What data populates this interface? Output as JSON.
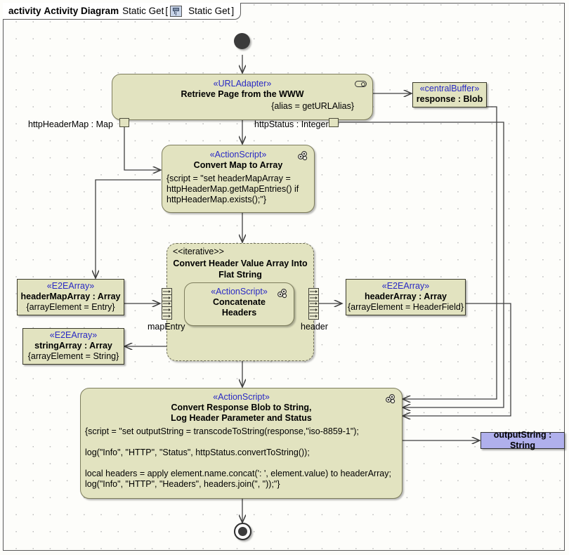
{
  "frame": {
    "keyword": "activity",
    "diagram_type": "Activity Diagram",
    "name": "Static Get",
    "bracket_open": "[",
    "icon": "diagram-icon",
    "inner_name": "Static Get",
    "bracket_close": "]"
  },
  "nodes": {
    "initial": {
      "name": "initial-node"
    },
    "retrieve": {
      "stereotype": "«URLAdapter»",
      "title": "Retrieve Page from the WWW",
      "property": "{alias = getURLAlias}",
      "icon": "call-behavior-pin-icon"
    },
    "central_buffer": {
      "stereotype": "«centralBuffer»",
      "title": "response : Blob"
    },
    "pin_http_header_map": {
      "label": "httpHeaderMap : Map"
    },
    "pin_http_status": {
      "label": "httpStatus : Integer"
    },
    "convert_map": {
      "stereotype": "«ActionScript»",
      "title": "Convert Map to Array",
      "script_line1": "{script = \"set headerMapArray =",
      "script_line2": "httpHeaderMap.getMapEntries() if",
      "script_line3": "httpHeaderMap.exists();\"}",
      "icon": "script-icon"
    },
    "region": {
      "keyword": "<<iterative>>",
      "title_line1": "Convert Header Value Array Into",
      "title_line2": "Flat String"
    },
    "concatenate": {
      "stereotype": "«ActionScript»",
      "title_line1": "Concatenate",
      "title_line2": "Headers",
      "icon": "script-icon"
    },
    "expansion_in": {
      "label": "mapEntry"
    },
    "expansion_out": {
      "label": "header"
    },
    "header_map_array": {
      "stereotype": "«E2EArray»",
      "title": "headerMapArray : Array",
      "property": "{arrayElement = Entry}"
    },
    "string_array": {
      "stereotype": "«E2EArray»",
      "title": "stringArray : Array",
      "property": "{arrayElement = String}"
    },
    "header_array": {
      "stereotype": "«E2EArray»",
      "title": "headerArray : Array",
      "property": "{arrayElement = HeaderField}"
    },
    "convert_response": {
      "stereotype": "«ActionScript»",
      "title_line1": "Convert Response Blob to String,",
      "title_line2": "Log Header Parameter and Status",
      "script_line1": "{script = \"set outputString = transcodeToString(response,\"iso-8859-1\");",
      "script_line2": "",
      "script_line3": "log(\"Info\", \"HTTP\", \"Status\", httpStatus.convertToString());",
      "script_line4": "",
      "script_line5": "local headers = apply element.name.concat(': ', element.value) to headerArray;",
      "script_line6": "log(\"Info\", \"HTTP\", \"Headers\", headers.join(\", \"));\"}",
      "icon": "script-icon"
    },
    "output_string": {
      "title": "outputString : String"
    },
    "final": {
      "name": "activity-final-node"
    }
  },
  "colors": {
    "node_fill": "#e2e3c0",
    "node_border": "#7d7d5c",
    "stereotype_text": "#2929c4",
    "object_border": "#3a3a2a",
    "output_fill": "#b0b0ec",
    "edge": "#404040",
    "canvas": "#fdfdfa"
  }
}
